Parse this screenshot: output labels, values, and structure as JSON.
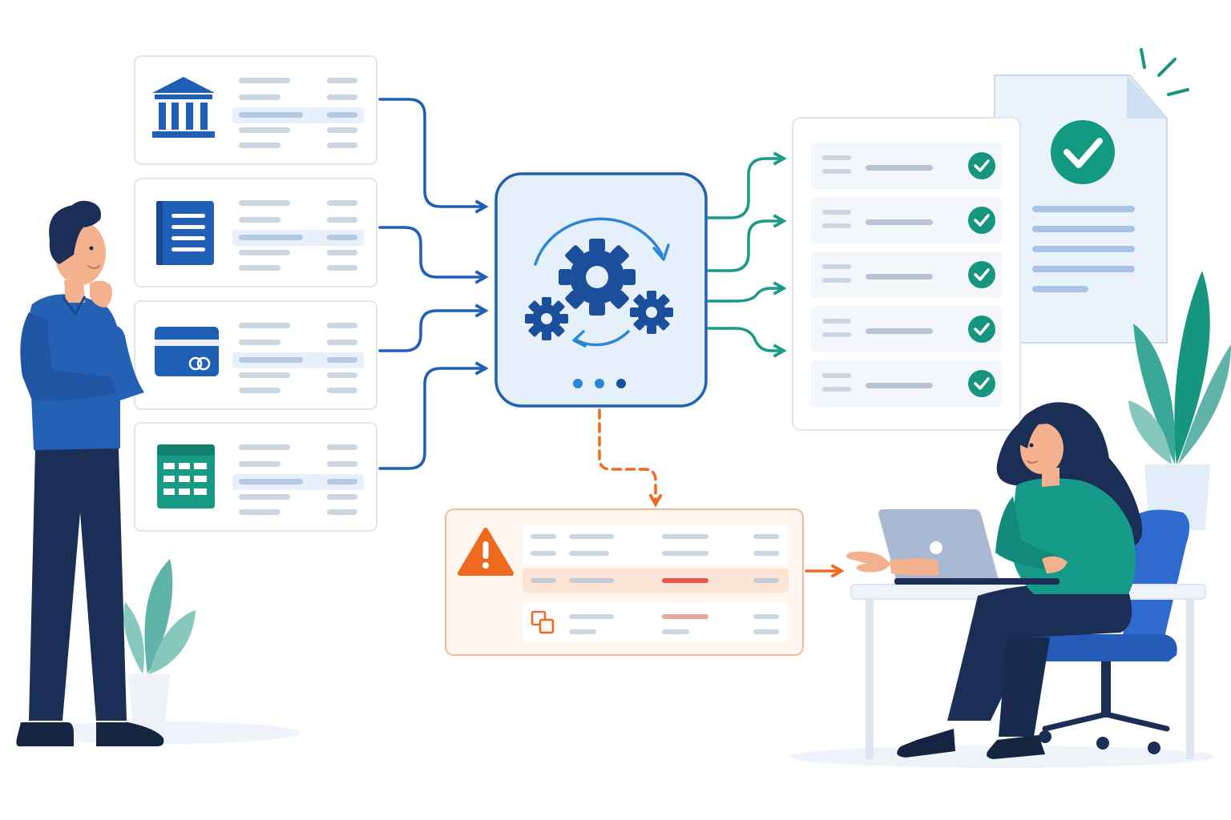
{
  "colors": {
    "primary": "#1f5fb5",
    "dark_blue": "#1b4f9c",
    "teal": "#1b9a8a",
    "green_check": "#16967f",
    "orange": "#ee6a1f",
    "error_red": "#e8584a",
    "panel_border": "#dfe6f0",
    "placeholder": "#ccd5e2",
    "navy": "#1b2f56"
  },
  "sources": [
    {
      "icon": "bank-icon",
      "rows": 5
    },
    {
      "icon": "document-icon",
      "rows": 5
    },
    {
      "icon": "credit-card-icon",
      "rows": 5
    },
    {
      "icon": "spreadsheet-icon",
      "rows": 5
    }
  ],
  "processor": {
    "icon": "gears-sync-icon",
    "dots": 3
  },
  "results": {
    "rows": 5,
    "status_icon": "check-circle-icon"
  },
  "report": {
    "icon": "check-circle-icon",
    "lines": 5
  },
  "exceptions": {
    "warning_icon": "warning-icon",
    "duplicate_icon": "duplicate-icon",
    "rows": 3,
    "highlight_row": 1
  },
  "people": [
    {
      "role": "analyst-standing",
      "shirt": "#2461b5"
    },
    {
      "role": "reviewer-seated",
      "shirt": "#169a8a"
    }
  ]
}
